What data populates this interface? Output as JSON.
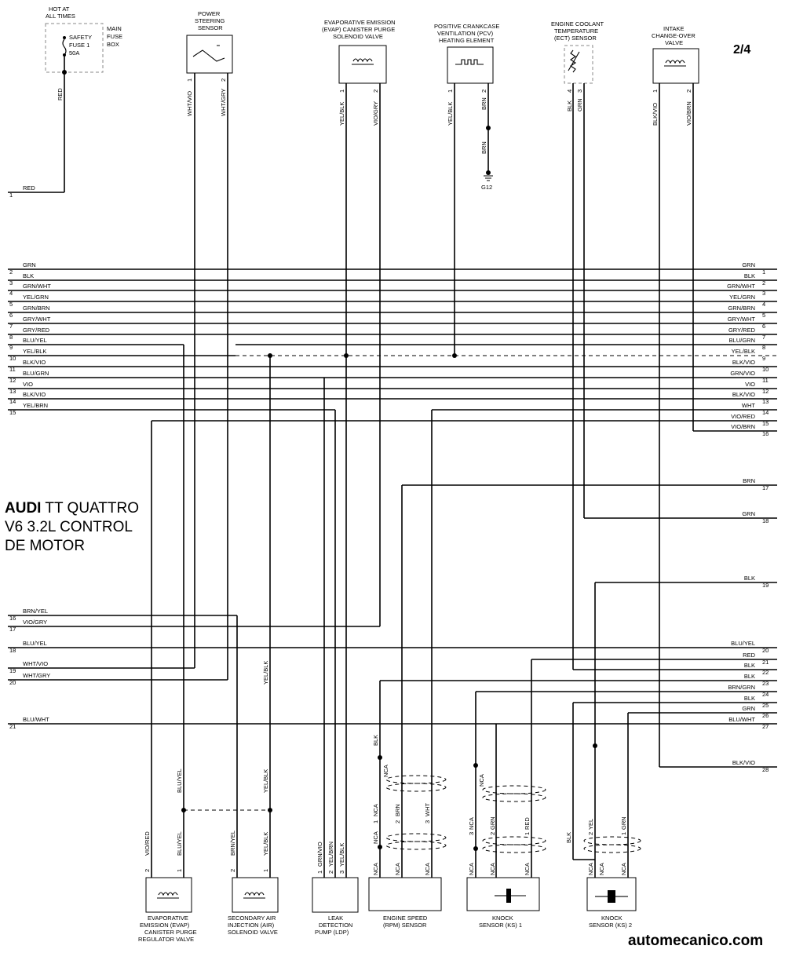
{
  "page_number": "2/4",
  "title": {
    "brand": "AUDI",
    "rest": "TT QUATTRO\nV6 3.2L CONTROL\nDE MOTOR"
  },
  "footer": "automecanico.com",
  "top_components": {
    "fuse_box": {
      "hot": [
        "HOT AT",
        "ALL TIMES"
      ],
      "fuse": [
        "SAFETY",
        "FUSE 1",
        "50A"
      ],
      "box": [
        "MAIN",
        "FUSE",
        "BOX"
      ],
      "wire": "RED"
    },
    "power_steering": {
      "label": [
        "POWER",
        "STEERING",
        "SENSOR"
      ],
      "pins": [
        "1",
        "2"
      ],
      "wires": [
        "WHT/VIO",
        "WHT/GRY"
      ]
    },
    "evap_valve": {
      "label": [
        "EVAPORATIVE EMISSION",
        "(EVAP) CANISTER PURGE",
        "SOLENOID VALVE"
      ],
      "pins": [
        "1",
        "2"
      ],
      "wires": [
        "YEL/BLK",
        "VIO/GRY"
      ]
    },
    "pcv": {
      "label": [
        "POSITIVE CRANKCASE",
        "VENTILATION (PCV)",
        "HEATING ELEMENT"
      ],
      "pins": [
        "1",
        "2"
      ],
      "wires": [
        "YEL/BLK",
        "BRN"
      ],
      "ground_wire": "BRN",
      "ground": "G12"
    },
    "ect": {
      "label": [
        "ENGINE COOLANT",
        "TEMPERATURE",
        "(ECT) SENSOR"
      ],
      "pins": [
        "4",
        "3"
      ],
      "wires": [
        "BLK",
        "GRN"
      ]
    },
    "intake": {
      "label": [
        "INTAKE",
        "CHANGE-OVER",
        "VALVE"
      ],
      "pins": [
        "1",
        "2"
      ],
      "wires": [
        "BLK/VIO",
        "VIO/BRN"
      ]
    }
  },
  "left_wires": [
    {
      "num": "1",
      "color": "RED"
    },
    {
      "num": "2",
      "color": "GRN"
    },
    {
      "num": "3",
      "color": "BLK"
    },
    {
      "num": "4",
      "color": "GRN/WHT"
    },
    {
      "num": "5",
      "color": "YEL/GRN"
    },
    {
      "num": "6",
      "color": "GRN/BRN"
    },
    {
      "num": "7",
      "color": "GRY/WHT"
    },
    {
      "num": "8",
      "color": "GRY/RED"
    },
    {
      "num": "9",
      "color": "BLU/YEL"
    },
    {
      "num": "10",
      "color": "YEL/BLK"
    },
    {
      "num": "11",
      "color": "BLK/VIO"
    },
    {
      "num": "12",
      "color": "BLU/GRN"
    },
    {
      "num": "13",
      "color": "VIO"
    },
    {
      "num": "14",
      "color": "BLK/VIO"
    },
    {
      "num": "15",
      "color": "YEL/BRN"
    },
    {
      "num": "16",
      "color": "BRN/YEL"
    },
    {
      "num": "17",
      "color": "VIO/GRY"
    },
    {
      "num": "18",
      "color": "BLU/YEL"
    },
    {
      "num": "19",
      "color": "WHT/VIO"
    },
    {
      "num": "20",
      "color": "WHT/GRY"
    },
    {
      "num": "21",
      "color": "BLU/WHT"
    }
  ],
  "right_wires": [
    {
      "num": "1",
      "color": "GRN"
    },
    {
      "num": "2",
      "color": "BLK"
    },
    {
      "num": "3",
      "color": "GRN/WHT"
    },
    {
      "num": "4",
      "color": "YEL/GRN"
    },
    {
      "num": "5",
      "color": "GRN/BRN"
    },
    {
      "num": "6",
      "color": "GRY/WHT"
    },
    {
      "num": "7",
      "color": "GRY/RED"
    },
    {
      "num": "8",
      "color": "BLU/GRN"
    },
    {
      "num": "9",
      "color": "YEL/BLK"
    },
    {
      "num": "10",
      "color": "BLK/VIO"
    },
    {
      "num": "11",
      "color": "GRN/VIO"
    },
    {
      "num": "12",
      "color": "VIO"
    },
    {
      "num": "13",
      "color": "BLK/VIO"
    },
    {
      "num": "14",
      "color": "WHT"
    },
    {
      "num": "15",
      "color": "VIO/RED"
    },
    {
      "num": "16",
      "color": "VIO/BRN"
    },
    {
      "num": "17",
      "color": "BRN"
    },
    {
      "num": "18",
      "color": "GRN"
    },
    {
      "num": "19",
      "color": "BLK"
    },
    {
      "num": "20",
      "color": "BLU/YEL"
    },
    {
      "num": "21",
      "color": "RED"
    },
    {
      "num": "22",
      "color": "BLK"
    },
    {
      "num": "23",
      "color": "BLK"
    },
    {
      "num": "24",
      "color": "BRN/GRN"
    },
    {
      "num": "25",
      "color": "BLK"
    },
    {
      "num": "26",
      "color": "GRN"
    },
    {
      "num": "27",
      "color": "BLU/WHT"
    },
    {
      "num": "28",
      "color": "BLK/VIO"
    }
  ],
  "bottom_components": {
    "evap_regulator": {
      "label": [
        "EVAPORATIVE",
        "EMISSION (EVAP)",
        "CANISTER PURGE",
        "REGULATOR VALVE"
      ],
      "pins": [
        "2",
        "1"
      ],
      "wires": [
        "VIO/RED",
        "BLU/YEL"
      ],
      "upper_wire": "BLU/YEL"
    },
    "air_valve": {
      "label": [
        "SECONDARY AIR",
        "INJECTION (AIR)",
        "SOLENOID VALVE"
      ],
      "pins": [
        "2",
        "1"
      ],
      "wires": [
        "BRN/YEL",
        "YEL/BLK"
      ],
      "upper_wires": [
        "YEL/BLK",
        "YEL/BLK"
      ]
    },
    "ldp": {
      "label": [
        "LEAK",
        "DETECTION",
        "PUMP (LDP)"
      ],
      "pins": [
        "1",
        "2",
        "3"
      ],
      "wires": [
        "GRN/VIO",
        "YEL/BRN",
        "YEL/BLK"
      ]
    },
    "rpm": {
      "label": [
        "ENGINE SPEED",
        "(RPM) SENSOR"
      ],
      "pins": [
        "1",
        "2",
        "3"
      ],
      "upper_wires": [
        "BLK",
        "NCA",
        "NCA",
        "BRN",
        "WHT",
        "NCA"
      ],
      "lower_wires": [
        "NCA",
        "NCA",
        "NCA"
      ]
    },
    "ks1": {
      "label": [
        "KNOCK",
        "SENSOR (KS) 1"
      ],
      "pins": [
        "3",
        "2",
        "1"
      ],
      "upper_wires": [
        "NCA",
        "NCA",
        "GRN",
        "RED"
      ],
      "lower_wires": [
        "NCA",
        "NCA",
        "NCA"
      ]
    },
    "ks2": {
      "label": [
        "KNOCK",
        "SENSOR (KS) 2"
      ],
      "pins": [
        "2",
        "1"
      ],
      "upper_wires": [
        "BLK",
        "YEL",
        "GRN"
      ],
      "lower_wires": [
        "NCA",
        "NCA",
        "NCA"
      ]
    }
  }
}
